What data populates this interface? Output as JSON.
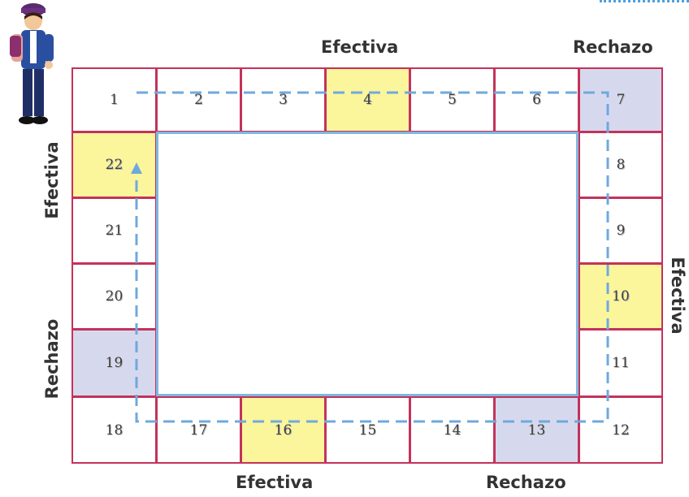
{
  "board": {
    "cells": [
      {
        "number": "1",
        "type": "normal"
      },
      {
        "number": "2",
        "type": "normal"
      },
      {
        "number": "3",
        "type": "normal"
      },
      {
        "number": "4",
        "type": "efectiva"
      },
      {
        "number": "5",
        "type": "normal"
      },
      {
        "number": "6",
        "type": "normal"
      },
      {
        "number": "7",
        "type": "rechazo"
      },
      {
        "number": "8",
        "type": "normal"
      },
      {
        "number": "9",
        "type": "normal"
      },
      {
        "number": "10",
        "type": "efectiva"
      },
      {
        "number": "11",
        "type": "normal"
      },
      {
        "number": "12",
        "type": "normal"
      },
      {
        "number": "13",
        "type": "rechazo"
      },
      {
        "number": "14",
        "type": "normal"
      },
      {
        "number": "15",
        "type": "normal"
      },
      {
        "number": "16",
        "type": "efectiva"
      },
      {
        "number": "17",
        "type": "normal"
      },
      {
        "number": "18",
        "type": "normal"
      },
      {
        "number": "19",
        "type": "rechazo"
      },
      {
        "number": "20",
        "type": "normal"
      },
      {
        "number": "21",
        "type": "normal"
      },
      {
        "number": "22",
        "type": "efectiva"
      }
    ],
    "colors": {
      "cell_border": "#c4325a",
      "efectiva_fill": "#fbf59c",
      "rechazo_fill": "#d6d9ee",
      "path_line": "#6fa9dd"
    }
  },
  "labels": {
    "top_efectiva": "Efectiva",
    "top_rechazo": "Rechazo",
    "right_efectiva": "Efectiva",
    "left_efectiva": "Efectiva",
    "left_rechazo": "Rechazo",
    "bottom_efectiva": "Efectiva",
    "bottom_rechazo": "Rechazo"
  },
  "player": {
    "icon": "player-figure-icon"
  }
}
